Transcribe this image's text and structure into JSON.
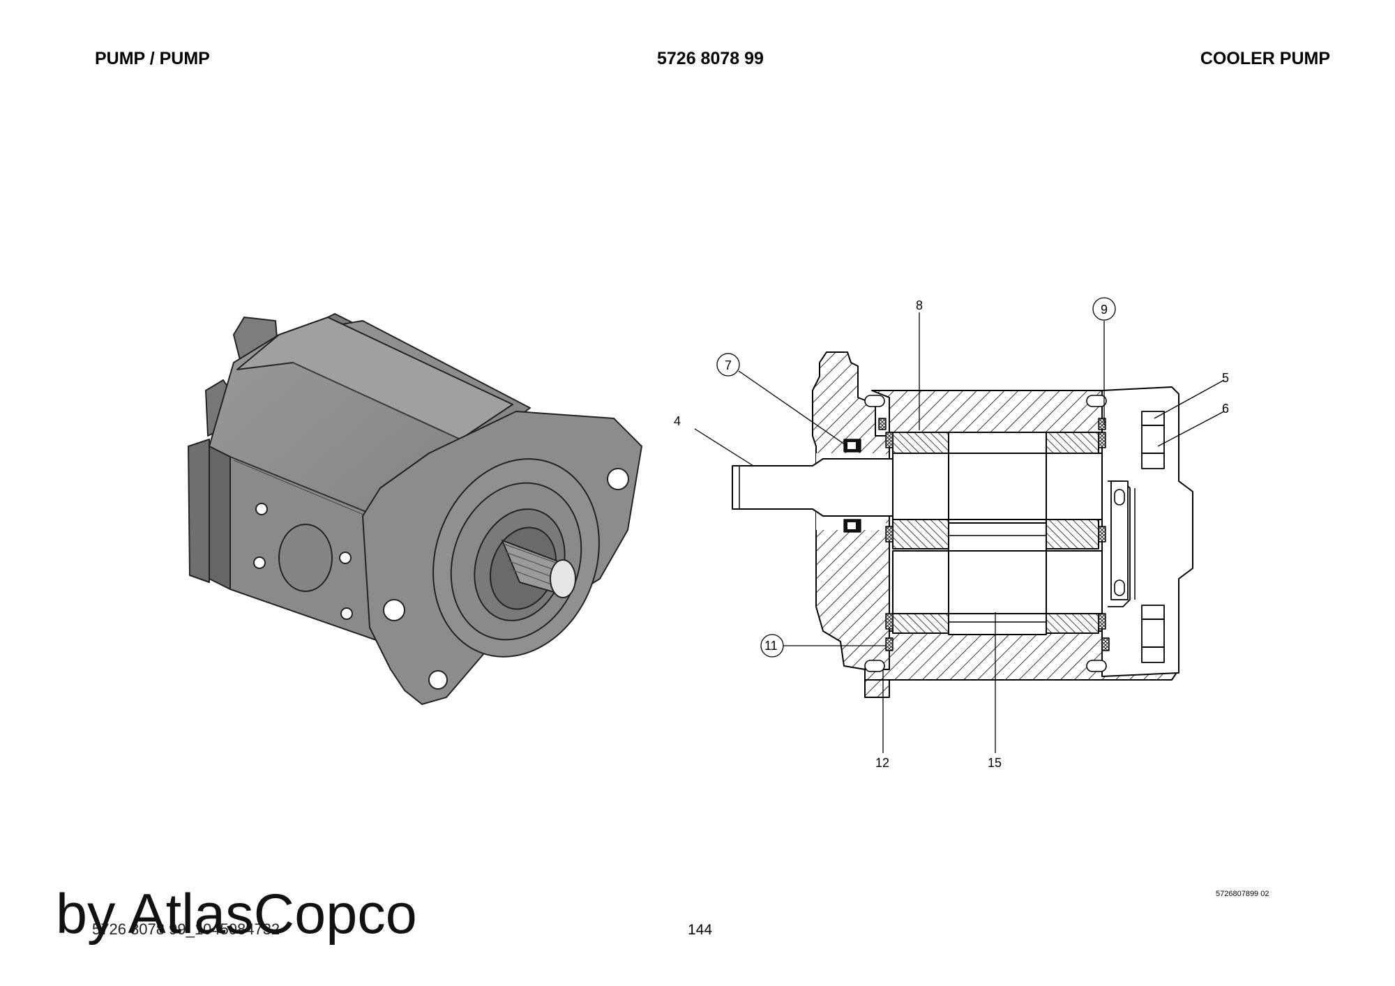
{
  "header": {
    "left_title": "PUMP / PUMP",
    "part_number": "5726 8078 99",
    "right_title": "COOLER PUMP"
  },
  "callouts": {
    "c4": "4",
    "c5": "5",
    "c6": "6",
    "c7": "7",
    "c8": "8",
    "c9": "9",
    "c11": "11",
    "c12": "12",
    "c15": "15"
  },
  "footer": {
    "drawing_code": "5726807899 02",
    "page_number": "144",
    "file_reference": "5726 8078 99_1045084732"
  },
  "watermark": {
    "text": "by AtlasCopco"
  }
}
